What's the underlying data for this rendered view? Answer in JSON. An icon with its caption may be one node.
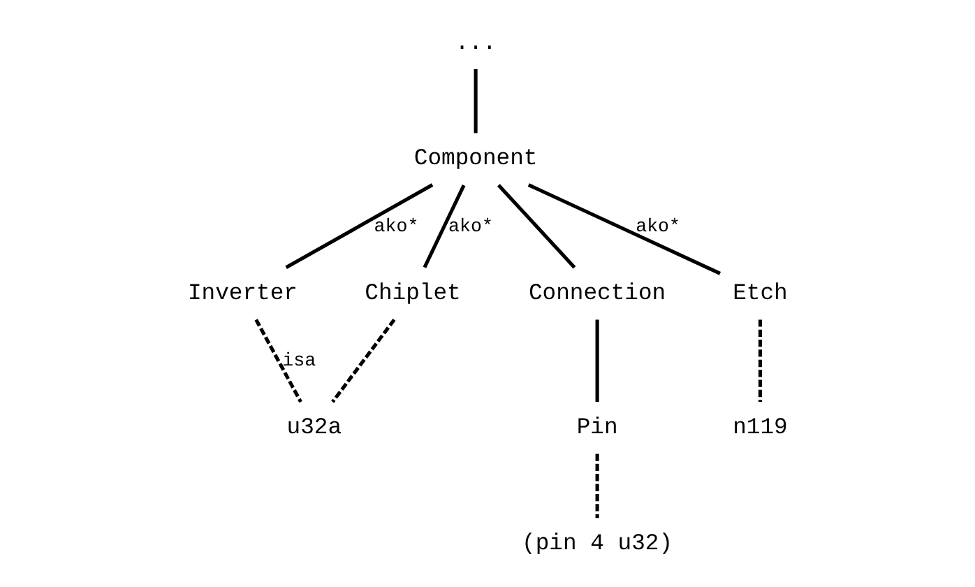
{
  "diagram": {
    "nodes": [
      {
        "text": [
          "..."
        ]
      },
      {
        "text": [
          "Component"
        ]
      },
      {
        "text": [
          "Inverter"
        ]
      },
      {
        "text": [
          "Chiplet"
        ]
      },
      {
        "text": [
          "Connection"
        ]
      },
      {
        "text": [
          "Etch"
        ]
      },
      {
        "text": [
          "Pin"
        ]
      },
      {
        "text": [
          "u32a"
        ]
      },
      {
        "text": [
          "(pin 4 u32)"
        ]
      },
      {
        "text": [
          "n119"
        ]
      }
    ],
    "edges": [
      {
        "from": 1,
        "to": 0,
        "arrow": "none"
      },
      {
        "from": 1,
        "to": 2,
        "arrow": "none",
        "label": "ako*"
      },
      {
        "from": 1,
        "to": 3,
        "arrow": "none",
        "label": "ako*"
      },
      {
        "from": 1,
        "to": 4,
        "arrow": "none"
      },
      {
        "from": 1,
        "to": 5,
        "arrow": "none",
        "label": "ako*"
      },
      {
        "from": 4,
        "to": 6,
        "arrow": "none"
      },
      {
        "from": 2,
        "to": 7,
        "arrow": "none",
        "style": "dashed",
        "label": "isa"
      },
      {
        "from": 3,
        "to": 7,
        "arrow": "none",
        "style": "dashed"
      },
      {
        "from": 6,
        "to": 8,
        "arrow": "none",
        "style": "dashed"
      },
      {
        "from": 5,
        "to": 9,
        "arrow": "none",
        "style": "dashed"
      }
    ]
  }
}
